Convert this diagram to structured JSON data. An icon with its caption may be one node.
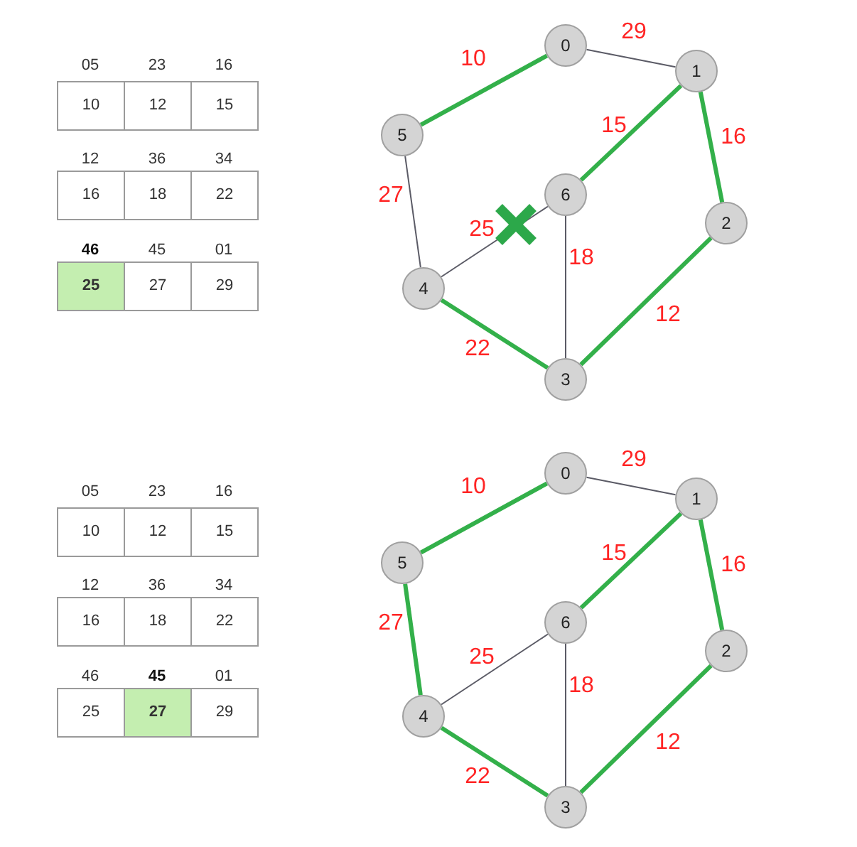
{
  "diagram": {
    "nodes": [
      {
        "text": [
          "0"
        ]
      },
      {
        "text": [
          "1"
        ]
      },
      {
        "text": [
          "5"
        ]
      },
      {
        "text": [
          "6"
        ]
      },
      {
        "text": [
          "2"
        ]
      },
      {
        "text": [
          "4"
        ]
      },
      {
        "text": [
          "3"
        ]
      },
      {
        "text": [
          "0"
        ]
      },
      {
        "text": [
          "1"
        ]
      },
      {
        "text": [
          "5"
        ]
      },
      {
        "text": [
          "6"
        ]
      },
      {
        "text": [
          "2"
        ]
      },
      {
        "text": [
          "4"
        ]
      },
      {
        "text": [
          "3"
        ]
      }
    ],
    "edges": [
      {
        "from": 0,
        "to": 2,
        "arrow": "none",
        "label": "10"
      },
      {
        "from": 0,
        "to": 1,
        "arrow": "none",
        "label": "29",
        "color": "#5b5b66"
      },
      {
        "from": 1,
        "to": 3,
        "arrow": "none",
        "label": "15"
      },
      {
        "from": 1,
        "to": 4,
        "arrow": "none",
        "label": "16"
      },
      {
        "from": 2,
        "to": 5,
        "arrow": "none",
        "label": "27",
        "color": "#5b5b66"
      },
      {
        "from": 5,
        "to": 3,
        "arrow": "none",
        "label": "25",
        "color": "#5b5b66"
      },
      {
        "from": 3,
        "to": 6,
        "arrow": "none",
        "label": "18",
        "color": "#5b5b66"
      },
      {
        "from": 4,
        "to": 6,
        "arrow": "none",
        "label": "12"
      },
      {
        "from": 5,
        "to": 6,
        "arrow": "none",
        "label": "22"
      },
      {
        "from": 7,
        "to": 9,
        "arrow": "none",
        "label": "10"
      },
      {
        "from": 7,
        "to": 8,
        "arrow": "none",
        "label": "29",
        "color": "#5b5b66"
      },
      {
        "from": 8,
        "to": 10,
        "arrow": "none",
        "label": "15"
      },
      {
        "from": 8,
        "to": 11,
        "arrow": "none",
        "label": "16"
      },
      {
        "from": 9,
        "to": 12,
        "arrow": "none",
        "label": "27"
      },
      {
        "from": 12,
        "to": 10,
        "arrow": "none",
        "label": "25",
        "color": "#5b5b66"
      },
      {
        "from": 10,
        "to": 13,
        "arrow": "none",
        "label": "18",
        "color": "#5b5b66"
      },
      {
        "from": 11,
        "to": 13,
        "arrow": "none",
        "label": "12"
      },
      {
        "from": 12,
        "to": 13,
        "arrow": "none",
        "label": "22"
      }
    ],
    "labels": [
      "05",
      "23",
      "16",
      "10",
      "12",
      "15",
      "12",
      "36",
      "34",
      "16",
      "18",
      "22",
      "46",
      "45",
      "01",
      "25",
      "27",
      "29",
      "05",
      "23",
      "16",
      "10",
      "12",
      "15",
      "12",
      "36",
      "34",
      "16",
      "18",
      "22",
      "46",
      "45",
      "01",
      "25",
      "27",
      "29"
    ]
  }
}
